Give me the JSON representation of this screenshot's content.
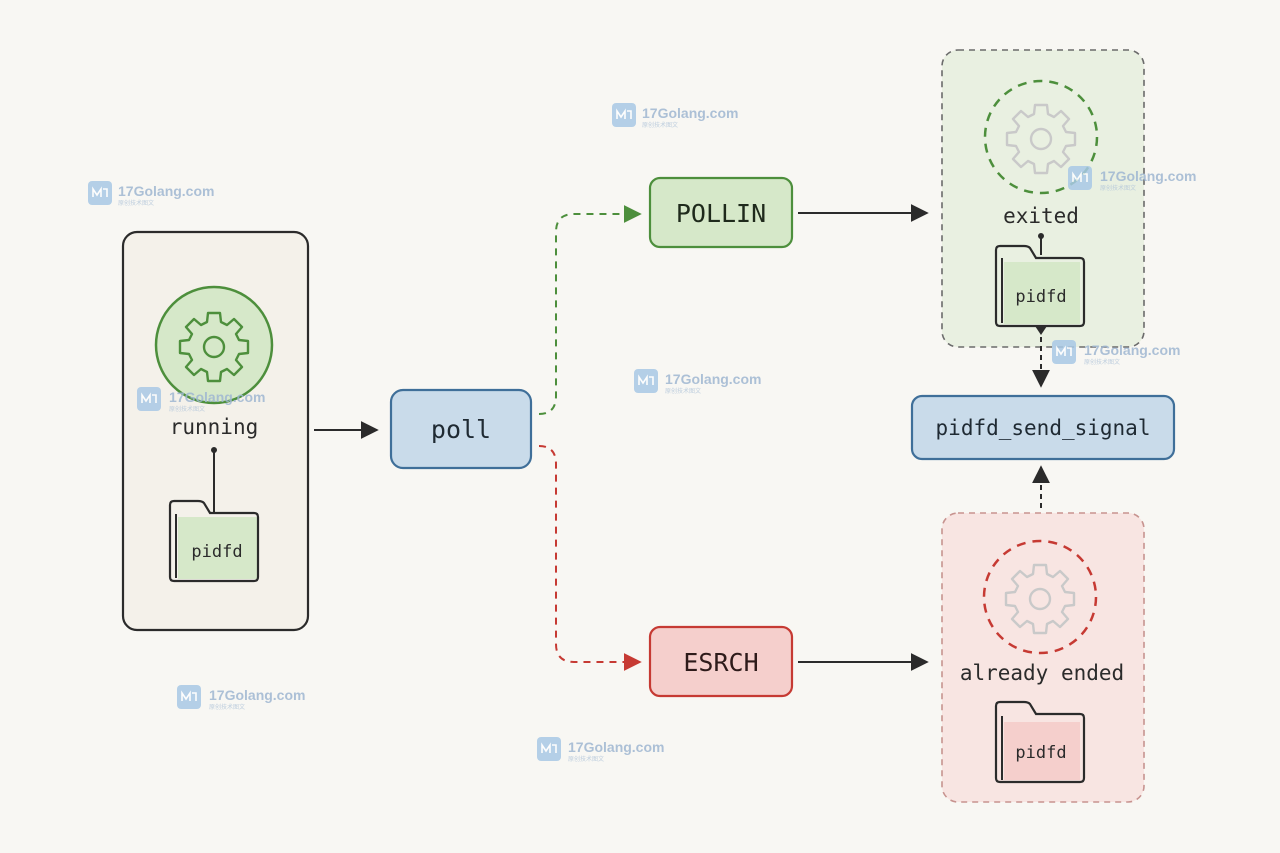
{
  "nodes": {
    "running": "running",
    "poll": "poll",
    "pollin": "POLLIN",
    "esrch": "ESRCH",
    "exited": "exited",
    "already_ended": "already ended",
    "send_signal": "pidfd_send_signal",
    "pidfd": "pidfd"
  },
  "watermark": {
    "title": "17Golang.com",
    "subtitle": "原创技术图文"
  },
  "colors": {
    "green": "#4d8f3c",
    "green_fill": "#d6e8c9",
    "red": "#c63a33",
    "red_fill": "#f5cfcc",
    "blue": "#3f6f99",
    "blue_fill": "#c9dbea",
    "dark": "#2b2b2b"
  }
}
